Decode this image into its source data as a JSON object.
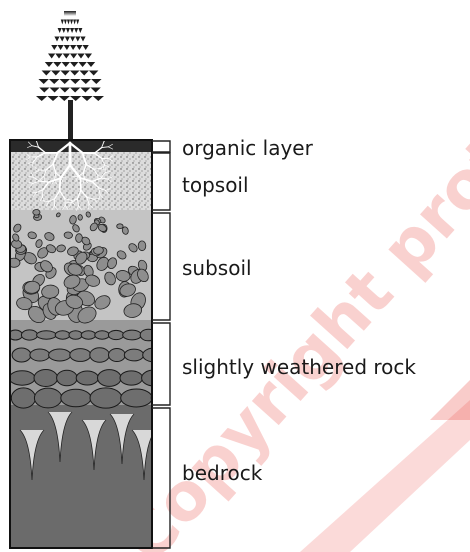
{
  "layers": [
    {
      "key": "organic",
      "label": "organic layer",
      "color": "#2a2a2a"
    },
    {
      "key": "topsoil",
      "label": "topsoil",
      "color": "#d9d9d9"
    },
    {
      "key": "subsoil",
      "label": "subsoil",
      "color": "#c4c4c4"
    },
    {
      "key": "weathered",
      "label": "slightly weathered rock",
      "color": "#9a9a9a"
    },
    {
      "key": "bedrock",
      "label": "bedrock",
      "color": "#6b6b6b"
    }
  ],
  "watermark": {
    "text": "Copyright protected by IEA.",
    "color": "#e8332a"
  }
}
